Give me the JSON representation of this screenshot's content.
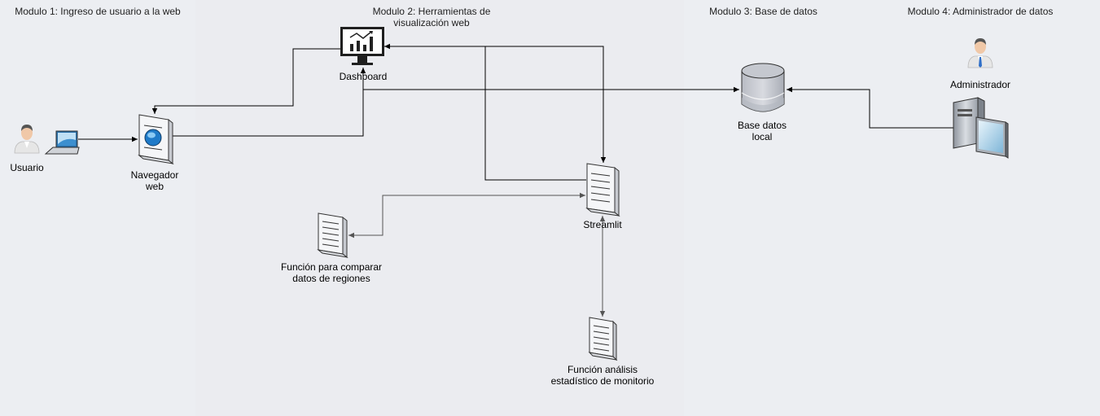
{
  "lanes": {
    "m1": "Modulo 1: Ingreso de usuario a la web",
    "m2": "Modulo 2: Herramientas de\nvisualización web",
    "m3": "Modulo 3: Base de datos",
    "m4": "Modulo 4: Administrador de datos"
  },
  "nodes": {
    "usuario": "Usuario",
    "navegador": "Navegador\nweb",
    "dashboard": "Dashboard",
    "streamlit": "Streamlit",
    "comparar": "Función para comparar\ndatos de regiones",
    "analisis": "Función análisis\nestadístico de monitorio",
    "base_datos": "Base datos\nlocal",
    "administrador": "Administrador"
  },
  "colors": {
    "edge": "#000000",
    "edge_gray": "#555555",
    "icon_stroke": "#333333"
  }
}
